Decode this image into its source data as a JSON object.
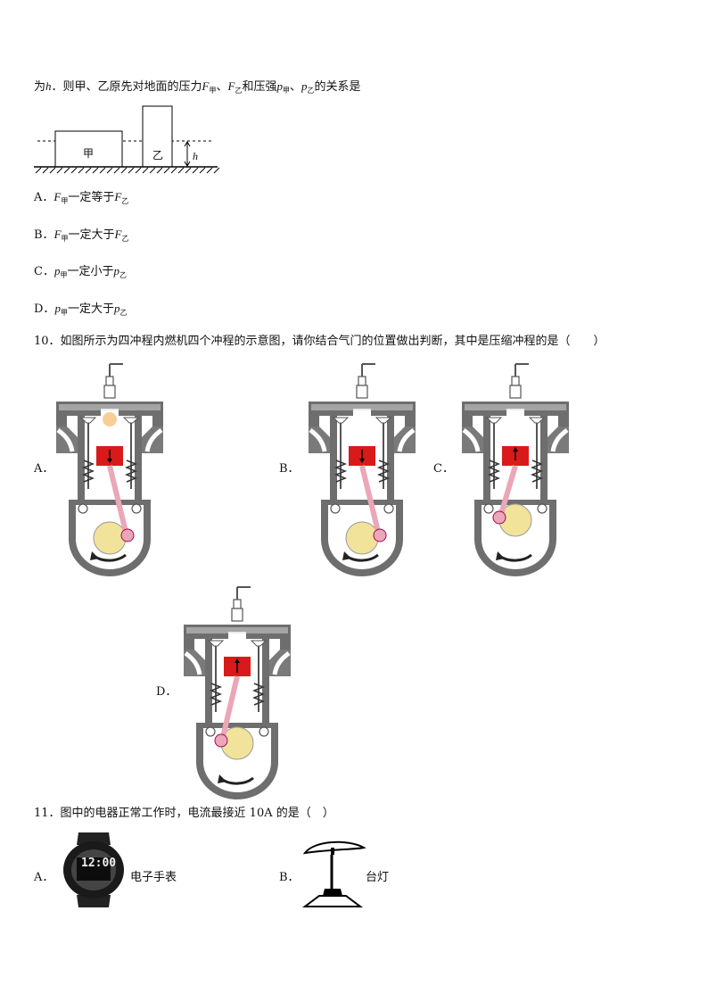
{
  "q9": {
    "stem_prefix": "为",
    "stem_h": "h",
    "stem_mid": "．则甲、乙原先对地面的压力",
    "F": "F",
    "sub_jia": "甲",
    "sep": "、",
    "sub_yi": "乙",
    "stem_and": "和压强",
    "p": "p",
    "stem_end": "的关系是",
    "figure": {
      "block_a": "甲",
      "block_b": "乙",
      "height_label": "h"
    },
    "options": [
      {
        "letter": "A．",
        "sym": "F",
        "sub1": "甲",
        "text": "一定等于",
        "sym2": "F",
        "sub2": "乙"
      },
      {
        "letter": "B．",
        "sym": "F",
        "sub1": "甲",
        "text": "一定大于",
        "sym2": "F",
        "sub2": "乙"
      },
      {
        "letter": "C．",
        "sym": "p",
        "sub1": "甲",
        "text": "一定小于",
        "sym2": "p",
        "sub2": "乙"
      },
      {
        "letter": "D．",
        "sym": "p",
        "sub1": "甲",
        "text": "一定大于",
        "sym2": "p",
        "sub2": "乙"
      }
    ]
  },
  "q10": {
    "stem": "10．如图所示为四冲程内燃机四个冲程的示意图，请你结合气门的位置做出判断，其中是压缩冲程的是（　　）",
    "options": [
      "A．",
      "B．",
      "C．",
      "D．"
    ]
  },
  "q11": {
    "stem": "11．图中的电器正常工作时，电流最接近 10A 的是（　）",
    "options": [
      {
        "letter": "A．",
        "caption": "电子手表",
        "watch_time": "12:00"
      },
      {
        "letter": "B．",
        "caption": "台灯"
      }
    ]
  },
  "colors": {
    "piston": "#d91a1a",
    "engine": "#666666",
    "engine_light": "#bfbfbf",
    "crank": "#f2e39a",
    "rod": "#e9a7b8"
  }
}
